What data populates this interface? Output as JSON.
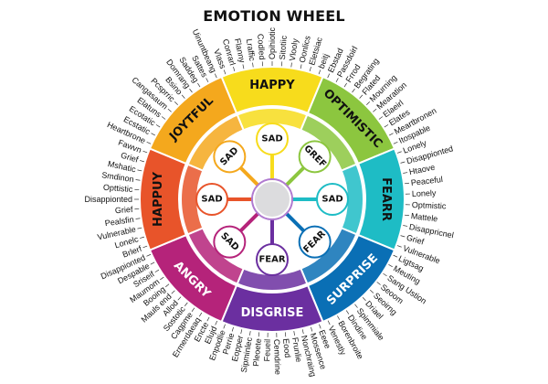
{
  "title": "EMOTION WHEEL",
  "segments": [
    {
      "id": "happy",
      "label": "HAPPY",
      "color": "#f7dc1c",
      "label_color": "#111111",
      "words": [
        "Vlass",
        "Conrarl",
        "Flanny",
        "Lraffic",
        "Codled",
        "Opihiotic",
        "Sitotiic",
        "Vlooly",
        "Oonlics",
        "Eletsiac",
        "beitj"
      ]
    },
    {
      "id": "optimistic",
      "label": "OPTIMISTIC",
      "color": "#8cc63f",
      "label_color": "#111111",
      "words": [
        "Ebstad",
        "Passdoirl",
        "Frrod",
        "Begrating",
        "Flated",
        "Mourning",
        "Mearation",
        "Elaeirl",
        "Elates",
        "Meartbronen",
        "Itospable"
      ]
    },
    {
      "id": "fearr",
      "label": "FEARR",
      "color": "#1ebcc5",
      "label_color": "#111111",
      "words": [
        "Lonely",
        "Disappionted",
        "Htaove",
        "Peaceful",
        "Lonely",
        "Optmistic",
        "Mattele",
        "Disappricnel",
        "Grief",
        "Vulnerable"
      ]
    },
    {
      "id": "surprise",
      "label": "SURPRISE",
      "color": "#0a6fb5",
      "label_color": "#ffffff",
      "words": [
        "Ligtsag",
        "Meuting",
        "Sang Ustion",
        "Seoom",
        "Seoirng",
        "Driael",
        "Spimmiale",
        "Dindine",
        "Borenbroite",
        "Venestly"
      ]
    },
    {
      "id": "disgrise",
      "label": "DISGRISE",
      "color": "#6b2fa0",
      "label_color": "#ffffff",
      "words": [
        "Eeee",
        "Mossence",
        "Nonchraing",
        "Frunlie",
        "Eood",
        "Cemdrine",
        "Feueil",
        "Pleoete",
        "Sipminlec",
        "Eopper",
        "Perrie",
        "Enpodlie"
      ]
    },
    {
      "id": "angry",
      "label": "ANGRY",
      "color": "#b5237a",
      "label_color": "#ffffff",
      "words": [
        "Elujd",
        "Encte",
        "Ermerdaeaq",
        "Cagpme",
        "Sostotic",
        "Allod",
        "Mauls end",
        "Booing",
        "Maumom",
        "Sriseif",
        "Despable",
        "Disappionted"
      ]
    },
    {
      "id": "happuy",
      "label": "HAPPUY",
      "color": "#e8542a",
      "label_color": "#111111",
      "words": [
        "Brlerf",
        "Lonelc",
        "Vulnerable",
        "Pealsfin",
        "Grief",
        "Disappionted",
        "Opttistic",
        "Smdinon",
        "Mshatic",
        "Grief",
        "Fawvn"
      ]
    },
    {
      "id": "joytful",
      "label": "JOYTFUL",
      "color": "#f4a81d",
      "label_color": "#111111",
      "words": [
        "Heartbrone",
        "Ecstatic",
        "Ecotatic",
        "Elatuns",
        "Cangasaum",
        "Pcsprric",
        "Bsino",
        "Domrang",
        "Saddeg",
        "Sattes",
        "Uinuntbeang"
      ]
    }
  ],
  "nodes": [
    {
      "label": "SAD",
      "segment": "happy"
    },
    {
      "label": "GREF",
      "segment": "optimistic"
    },
    {
      "label": "SAD",
      "segment": "fearr"
    },
    {
      "label": "FEAR",
      "segment": "surprise"
    },
    {
      "label": "FEAR",
      "segment": "disgrise"
    },
    {
      "label": "SAD",
      "segment": "angry"
    },
    {
      "label": "SAD",
      "segment": "happuy"
    },
    {
      "label": "SAD",
      "segment": "joytful"
    }
  ],
  "center": {
    "color": "#dcdcde"
  }
}
